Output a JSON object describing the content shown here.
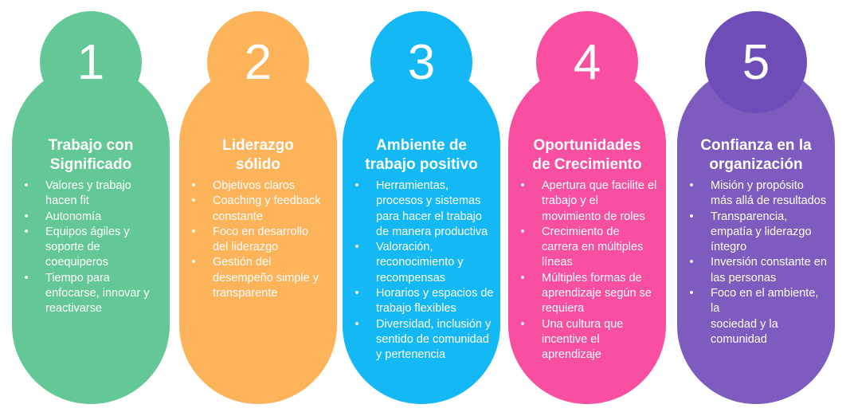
{
  "pillars": [
    {
      "number": "1",
      "title": "Trabajo con\nSignificado",
      "color": "#64C896",
      "items": [
        "Valores y trabajo hacen fit",
        "Autonomía",
        "Equipos ágiles y soporte de coequiperos",
        "Tiempo para enfocarse, innovar y reactivarse"
      ]
    },
    {
      "number": "2",
      "title": "Liderazgo\nsólido",
      "color": "#FDB35A",
      "items": [
        "Objetivos claros",
        "Coaching y feedback constante",
        "Foco en desarrollo del liderazgo",
        "Gestión del desempeño simple y transparente"
      ]
    },
    {
      "number": "3",
      "title": "Ambiente de\ntrabajo positivo",
      "color": "#14B8F4",
      "items": [
        "Herramientas, procesos y sistemas para hacer el trabajo de manera productiva",
        "Valoración, reconocimiento y recompensas",
        "Horarios y espacios de trabajo flexibles",
        "Diversidad, inclusión y sentido de comunidad y pertenencia"
      ]
    },
    {
      "number": "4",
      "title": "Oportunidades\nde Crecimiento",
      "color": "#F84FA0",
      "items": [
        "Apertura que facilite el trabajo y el movimiento de roles",
        "Crecimiento de carrera en múltiples líneas",
        "Múltiples formas de aprendizaje según se requiera",
        "Una cultura que incentive el aprendizaje"
      ]
    },
    {
      "number": "5",
      "title": "Confianza en la\norganización",
      "color": "#7E5BBE",
      "items": [
        "Misión y propósito más allá de resultados",
        "Transparencia, empatía y liderazgo íntegro",
        "Inversión constante en las personas",
        "Foco en el ambiente, la sociedad y la comunidad"
      ]
    }
  ],
  "bullet_glyph": "•"
}
